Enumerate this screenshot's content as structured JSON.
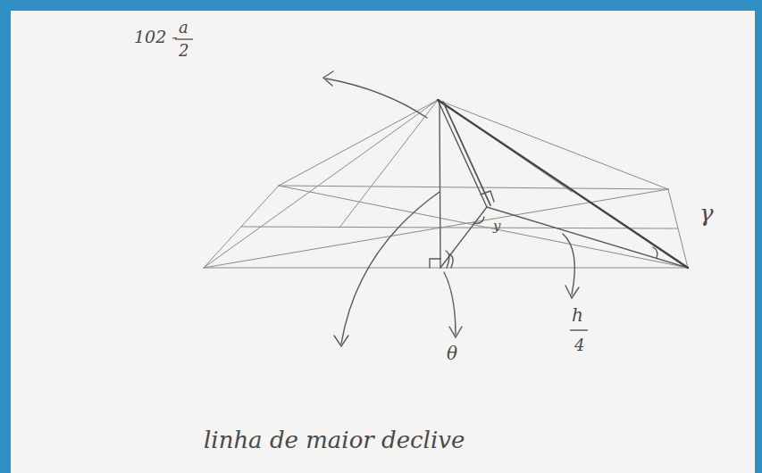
{
  "diagram": {
    "labels": [
      "102 -",
      "a",
      "2",
      "γ",
      "y",
      "θ",
      "h",
      "4",
      "linha de maior declive"
    ]
  }
}
